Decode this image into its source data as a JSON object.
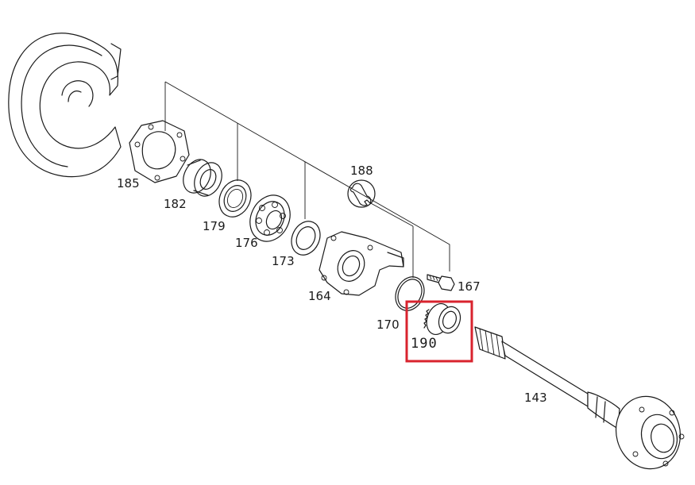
{
  "labels": {
    "p185": "185",
    "p182": "182",
    "p179": "179",
    "p176": "176",
    "p173": "173",
    "p164": "164",
    "p188": "188",
    "p167": "167",
    "p170": "170",
    "p190": "190",
    "p143": "143"
  },
  "highlight": {
    "part": "190",
    "color": "#d9232e"
  }
}
